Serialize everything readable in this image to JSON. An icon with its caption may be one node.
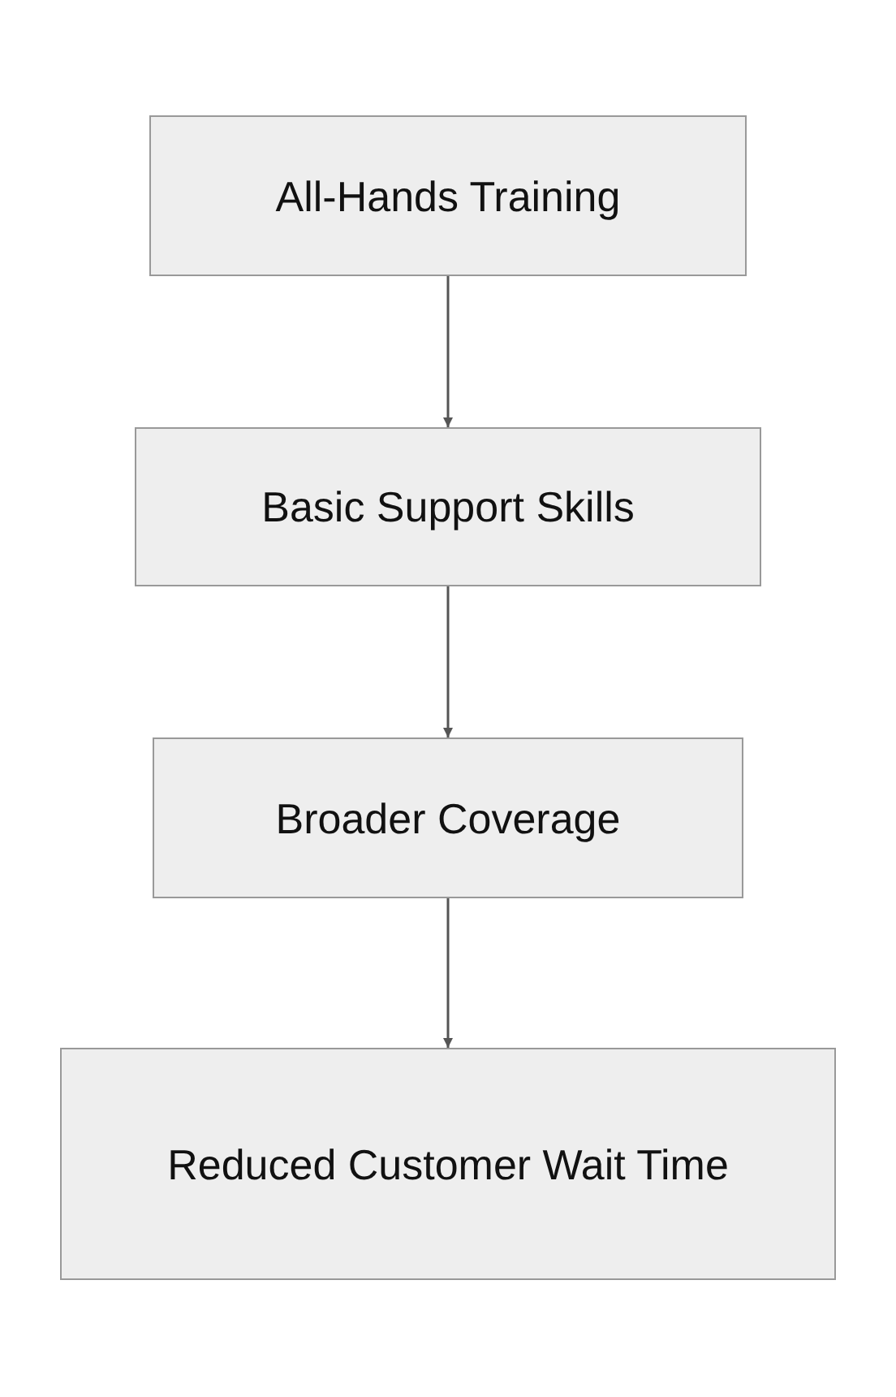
{
  "diagram": {
    "nodes": [
      {
        "text": [
          "All-Hands Training"
        ]
      },
      {
        "text": [
          "Basic Support Skills"
        ]
      },
      {
        "text": [
          "Broader Coverage"
        ]
      },
      {
        "text": [
          "Reduced Customer Wait Time"
        ]
      }
    ],
    "edges": [
      {
        "from": 0,
        "to": 1,
        "arrow": "to"
      },
      {
        "from": 1,
        "to": 2,
        "arrow": "to"
      },
      {
        "from": 2,
        "to": 3,
        "arrow": "to"
      }
    ]
  }
}
